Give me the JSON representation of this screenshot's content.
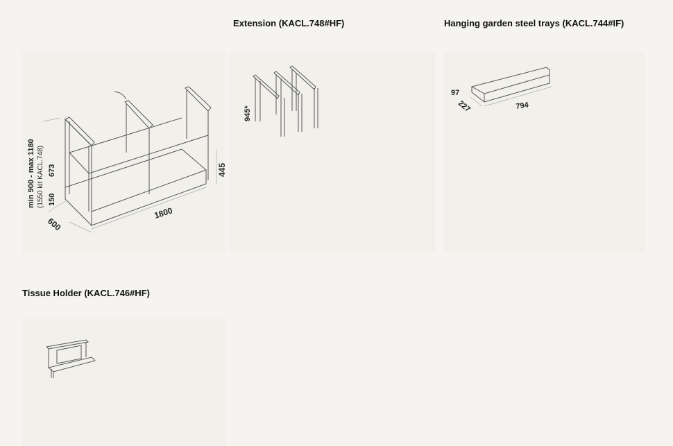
{
  "sections": [
    {
      "title": "",
      "dims": {
        "height": "min 900 - max 1180",
        "height_note": "(1550 kit KACL.748)",
        "d673": "673",
        "d150": "150",
        "d445": "445",
        "width": "1800",
        "depth": "600"
      }
    },
    {
      "title": "Extension (KACL.748#HF)",
      "dims": {
        "height": "945*"
      }
    },
    {
      "title": "Hanging garden steel trays (KACL.744#IF)",
      "dims": {
        "height": "97",
        "depth": "227",
        "width": "794"
      }
    },
    {
      "title": "Tissue Holder (KACL.746#HF)"
    }
  ]
}
